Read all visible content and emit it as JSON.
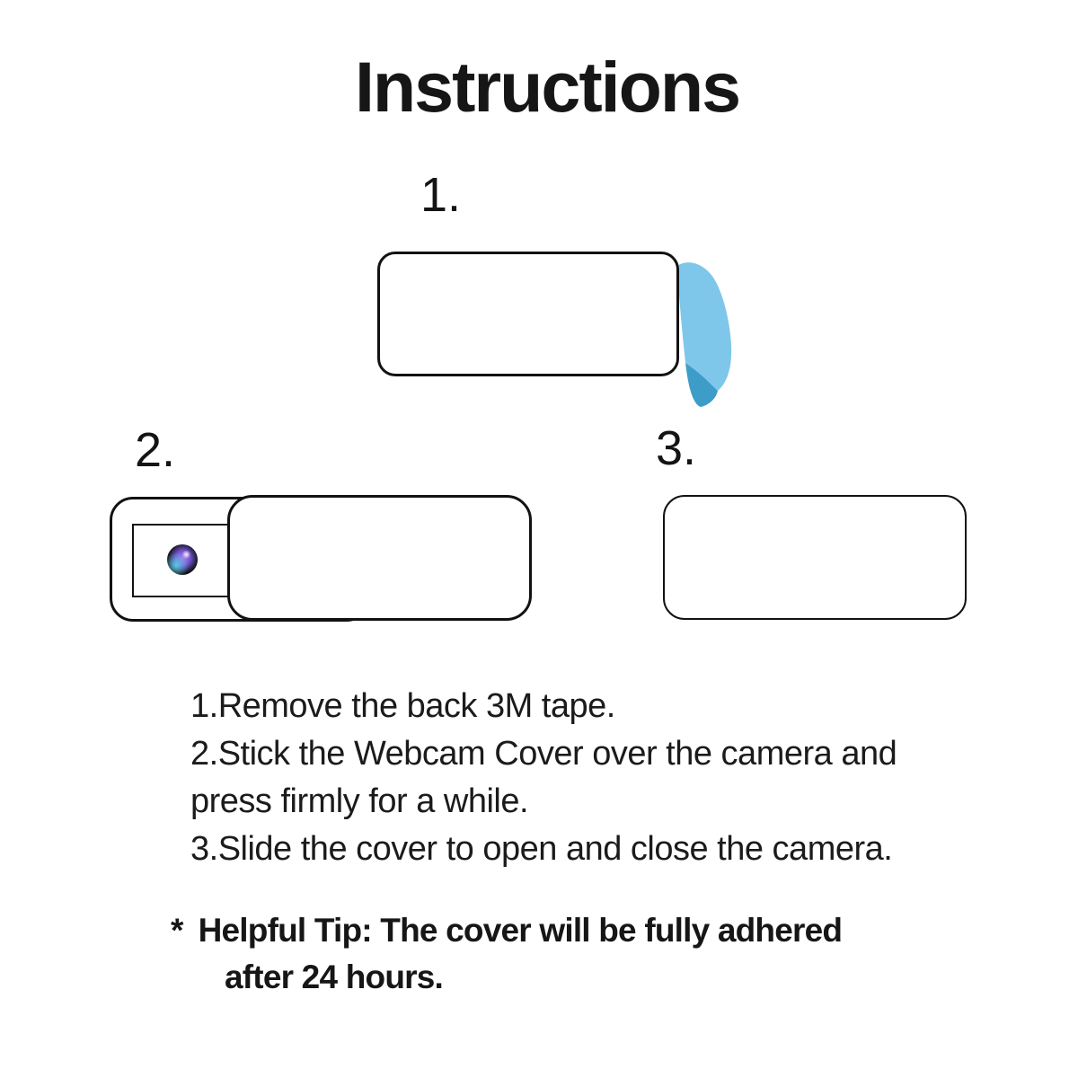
{
  "title": "Instructions",
  "steps": {
    "step1": {
      "label": "1."
    },
    "step2": {
      "label": "2."
    },
    "step3": {
      "label": "3."
    }
  },
  "instructions": {
    "line1": "1.Remove the back 3M tape.",
    "line2": "2.Stick the Webcam Cover over the camera and",
    "line3": "press firmly for a while.",
    "line4": "3.Slide the cover to open and close the camera."
  },
  "tip": {
    "bullet": "*",
    "line1": "Helpful Tip: The cover will be fully adhered",
    "line2": "after 24 hours."
  },
  "colors": {
    "ink": "#1b1b1b",
    "tape_light": "#7ec7ea",
    "tape_dark": "#3e9dc8",
    "lens_iris_purple": "#7a55d2",
    "lens_highlight_cyan": "#5ad2eb"
  },
  "icons": {
    "tape": "adhesive-tape-peel-icon",
    "lens": "camera-lens-icon"
  }
}
